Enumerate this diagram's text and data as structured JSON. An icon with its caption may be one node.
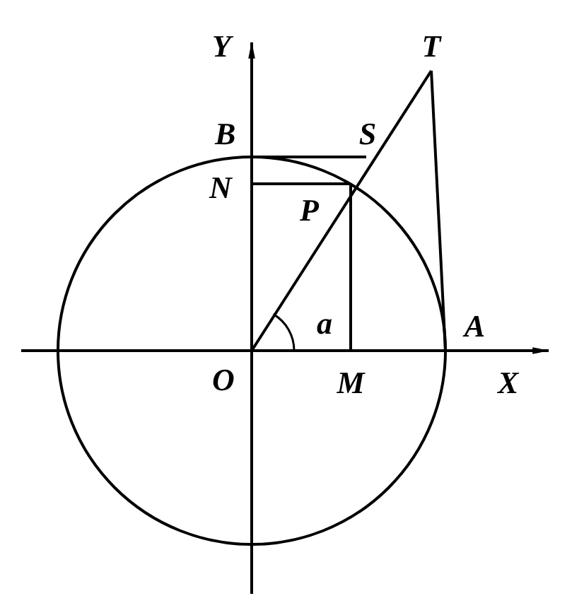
{
  "diagram": {
    "nodes": [
      {
        "text": [
          "T"
        ]
      },
      {
        "text": [
          "B"
        ]
      },
      {
        "text": [
          "S"
        ]
      },
      {
        "text": [
          "N"
        ]
      },
      {
        "text": [
          "P"
        ]
      },
      {
        "text": [
          "O"
        ]
      },
      {
        "text": [
          "M"
        ]
      },
      {
        "text": [
          "A"
        ]
      }
    ],
    "edges": [
      {
        "from": 5,
        "to": 0,
        "arrow": "none"
      },
      {
        "from": 7,
        "to": 0,
        "arrow": "none"
      },
      {
        "from": 1,
        "to": 2,
        "arrow": "none"
      },
      {
        "from": 3,
        "to": 4,
        "arrow": "none"
      },
      {
        "from": 4,
        "to": 6,
        "arrow": "none"
      }
    ],
    "labels": [
      "Y",
      "a",
      "X"
    ]
  }
}
